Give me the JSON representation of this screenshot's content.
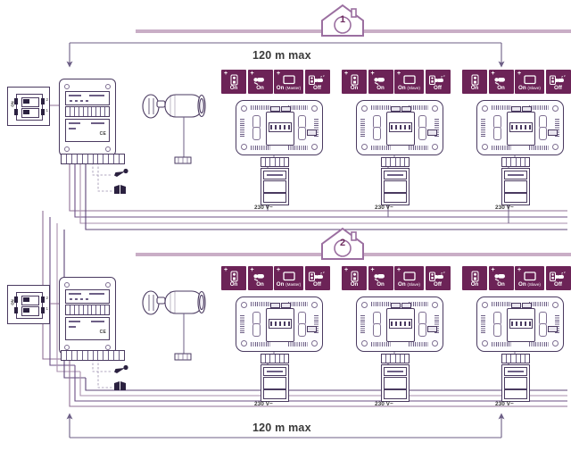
{
  "diagram": {
    "title": "Two-dwelling video door entry wiring diagram",
    "accent_color": "#6c2357",
    "zone_bar_color": "#c9aec6",
    "wire_colors": [
      "#8f6f96",
      "#6b4f86",
      "#a98fae",
      "#5c4477"
    ],
    "line_color": "#4a3a60"
  },
  "zones": [
    {
      "id": "zone-1",
      "house_number": "1",
      "span_label": "120 m max",
      "span_position": "top",
      "door_station": {
        "name": "door-station",
        "ce_mark": "CE",
        "wall_box": {
          "label": "ON",
          "switch_numbers": [
            "2",
            "1"
          ]
        },
        "callouts": [
          {
            "name": "key-icon",
            "label": ""
          },
          {
            "name": "gate-icon",
            "label": ""
          }
        ]
      },
      "camera": {
        "name": "cctv-camera",
        "label": ""
      },
      "monitors": [
        {
          "index": 1,
          "badges": [
            {
              "icon": "handset-icon",
              "plus": true,
              "caption": "On",
              "sub": ""
            },
            {
              "icon": "camera-icon",
              "plus": true,
              "caption": "On",
              "sub": ""
            },
            {
              "icon": "monitor-icon",
              "plus": true,
              "caption": "On",
              "sub": "(Master)"
            },
            {
              "icon": "sleep-icon",
              "plus": false,
              "caption": "Off",
              "sub": ""
            }
          ],
          "power": {
            "voltage": "230 V~"
          }
        },
        {
          "index": 2,
          "badges": [
            {
              "icon": "handset-icon",
              "plus": true,
              "caption": "On",
              "sub": ""
            },
            {
              "icon": "camera-icon",
              "plus": true,
              "caption": "On",
              "sub": ""
            },
            {
              "icon": "monitor-icon",
              "plus": true,
              "caption": "On",
              "sub": "(Slave)"
            },
            {
              "icon": "sleep-icon",
              "plus": false,
              "caption": "Off",
              "sub": ""
            }
          ],
          "power": {
            "voltage": "230 V~"
          }
        },
        {
          "index": 3,
          "badges": [
            {
              "icon": "handset-icon",
              "plus": false,
              "caption": "On",
              "sub": ""
            },
            {
              "icon": "camera-icon",
              "plus": true,
              "caption": "On",
              "sub": ""
            },
            {
              "icon": "monitor-icon",
              "plus": true,
              "caption": "On",
              "sub": "(Slave)"
            },
            {
              "icon": "sleep-icon",
              "plus": false,
              "caption": "Off",
              "sub": ""
            }
          ],
          "power": {
            "voltage": "230 V~"
          }
        }
      ]
    },
    {
      "id": "zone-2",
      "house_number": "2",
      "span_label": "120 m max",
      "span_position": "bottom",
      "door_station": {
        "name": "door-station",
        "ce_mark": "CE",
        "wall_box": {
          "label": "ON",
          "switch_numbers": [
            "2",
            "1"
          ]
        },
        "callouts": [
          {
            "name": "key-icon",
            "label": ""
          },
          {
            "name": "gate-icon",
            "label": ""
          }
        ]
      },
      "camera": {
        "name": "cctv-camera",
        "label": ""
      },
      "monitors": [
        {
          "index": 1,
          "badges": [
            {
              "icon": "handset-icon",
              "plus": true,
              "caption": "On",
              "sub": ""
            },
            {
              "icon": "camera-icon",
              "plus": true,
              "caption": "On",
              "sub": ""
            },
            {
              "icon": "monitor-icon",
              "plus": true,
              "caption": "On",
              "sub": "(Master)"
            },
            {
              "icon": "sleep-icon",
              "plus": false,
              "caption": "Off",
              "sub": ""
            }
          ],
          "power": {
            "voltage": "230 V~"
          }
        },
        {
          "index": 2,
          "badges": [
            {
              "icon": "handset-icon",
              "plus": true,
              "caption": "On",
              "sub": ""
            },
            {
              "icon": "camera-icon",
              "plus": true,
              "caption": "On",
              "sub": ""
            },
            {
              "icon": "monitor-icon",
              "plus": true,
              "caption": "On",
              "sub": "(Slave)"
            },
            {
              "icon": "sleep-icon",
              "plus": false,
              "caption": "Off",
              "sub": ""
            }
          ],
          "power": {
            "voltage": "230 V~"
          }
        },
        {
          "index": 3,
          "badges": [
            {
              "icon": "handset-icon",
              "plus": false,
              "caption": "On",
              "sub": ""
            },
            {
              "icon": "camera-icon",
              "plus": true,
              "caption": "On",
              "sub": ""
            },
            {
              "icon": "monitor-icon",
              "plus": true,
              "caption": "On",
              "sub": "(Slave)"
            },
            {
              "icon": "sleep-icon",
              "plus": false,
              "caption": "Off",
              "sub": ""
            }
          ],
          "power": {
            "voltage": "230 V~"
          }
        }
      ]
    }
  ]
}
